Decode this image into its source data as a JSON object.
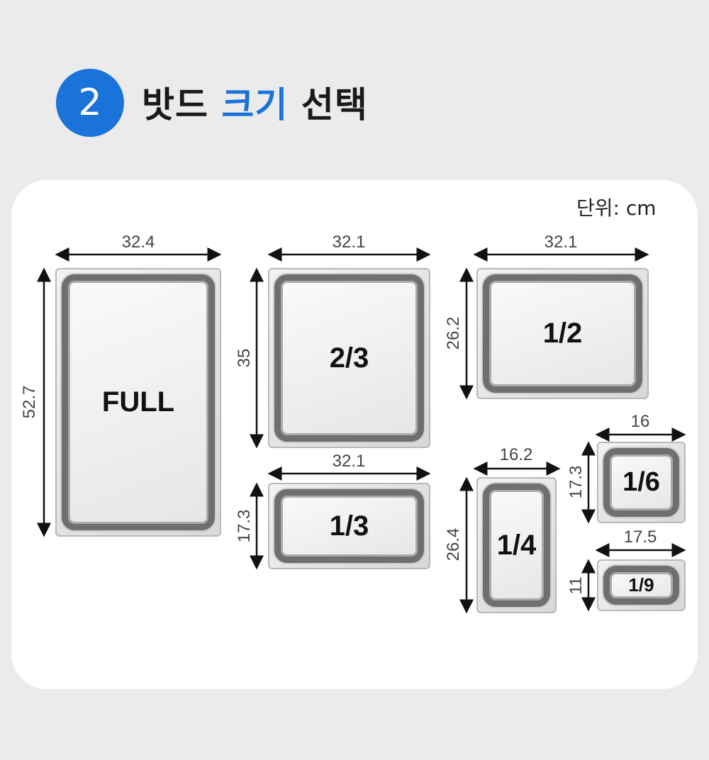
{
  "header": {
    "step_number": "2",
    "title_part1": "밧드",
    "title_highlight": "크기",
    "title_part2": "선택"
  },
  "unit_label": "단위: cm",
  "pans": [
    {
      "label": "FULL",
      "width": "32.4",
      "height": "52.7"
    },
    {
      "label": "2/3",
      "width": "32.1",
      "height": "35"
    },
    {
      "label": "1/2",
      "width": "32.1",
      "height": "26.2"
    },
    {
      "label": "1/3",
      "width": "32.1",
      "height": "17.3"
    },
    {
      "label": "1/4",
      "width": "16.2",
      "height": "26.4"
    },
    {
      "label": "1/6",
      "width": "16",
      "height": "17.3"
    },
    {
      "label": "1/9",
      "width": "17.5",
      "height": "11"
    }
  ],
  "colors": {
    "accent": "#1a73d9",
    "background": "#ebebeb"
  }
}
